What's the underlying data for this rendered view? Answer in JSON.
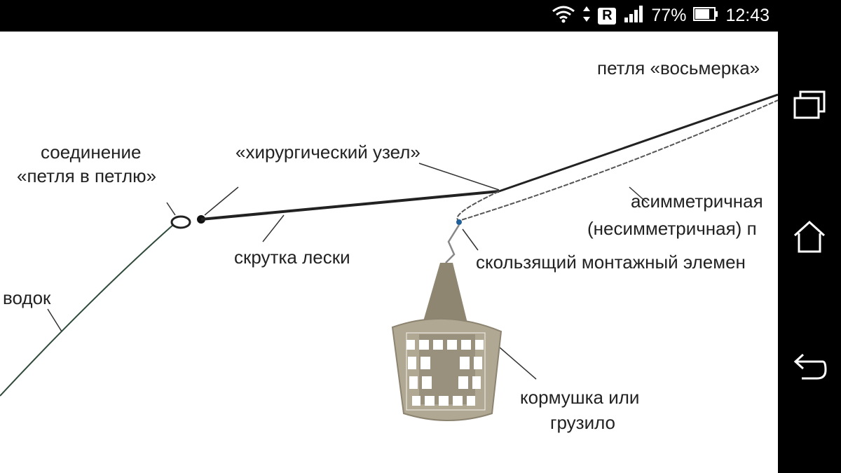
{
  "status_bar": {
    "battery_percent": "77%",
    "time": "12:43",
    "network_badge": "R",
    "icons": [
      "wifi-icon",
      "data-arrows-icon",
      "signal-icon",
      "battery-icon"
    ]
  },
  "diagram": {
    "labels": {
      "figure_eight_loop": "петля «восьмерка»",
      "loop_to_loop_line1": "соединение",
      "loop_to_loop_line2": "«петля в петлю»",
      "surgeon_knot": "«хирургический узел»",
      "asymmetric_line1": "асимметричная",
      "asymmetric_line2": "(несимметричная) п",
      "line_twist": "скрутка лески",
      "sliding_element": "скользящий монтажный элемен",
      "leader": "водок",
      "feeder_line1": "кормушка или",
      "feeder_line2": "грузило"
    }
  },
  "nav_bar": {
    "buttons": [
      "recent-apps-button",
      "home-button",
      "back-button"
    ]
  }
}
